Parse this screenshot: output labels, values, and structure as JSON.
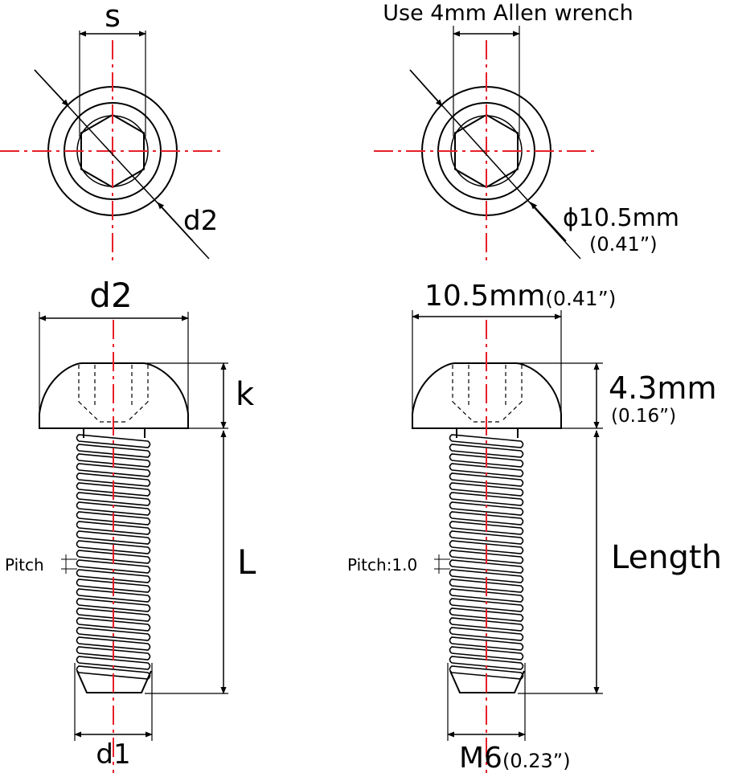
{
  "generic": {
    "s": "s",
    "d2_top": "d2",
    "d2_side": "d2",
    "k": "k",
    "L": "L",
    "pitch": "Pitch",
    "d1": "d1"
  },
  "spec": {
    "wrench": "Use 4mm Allen wrench",
    "head_dia_top": "ϕ10.5mm",
    "head_dia_top_in": "(0.41”)",
    "head_dia_side": "10.5mm",
    "head_dia_side_in": "(0.41”)",
    "head_height": "4.3mm",
    "head_height_in": "(0.16”)",
    "length": "Length",
    "pitch": "Pitch:1.0",
    "thread": "M6",
    "thread_in": "(0.23”)"
  },
  "colors": {
    "centerline": "#e8202a",
    "ink": "#000000"
  }
}
